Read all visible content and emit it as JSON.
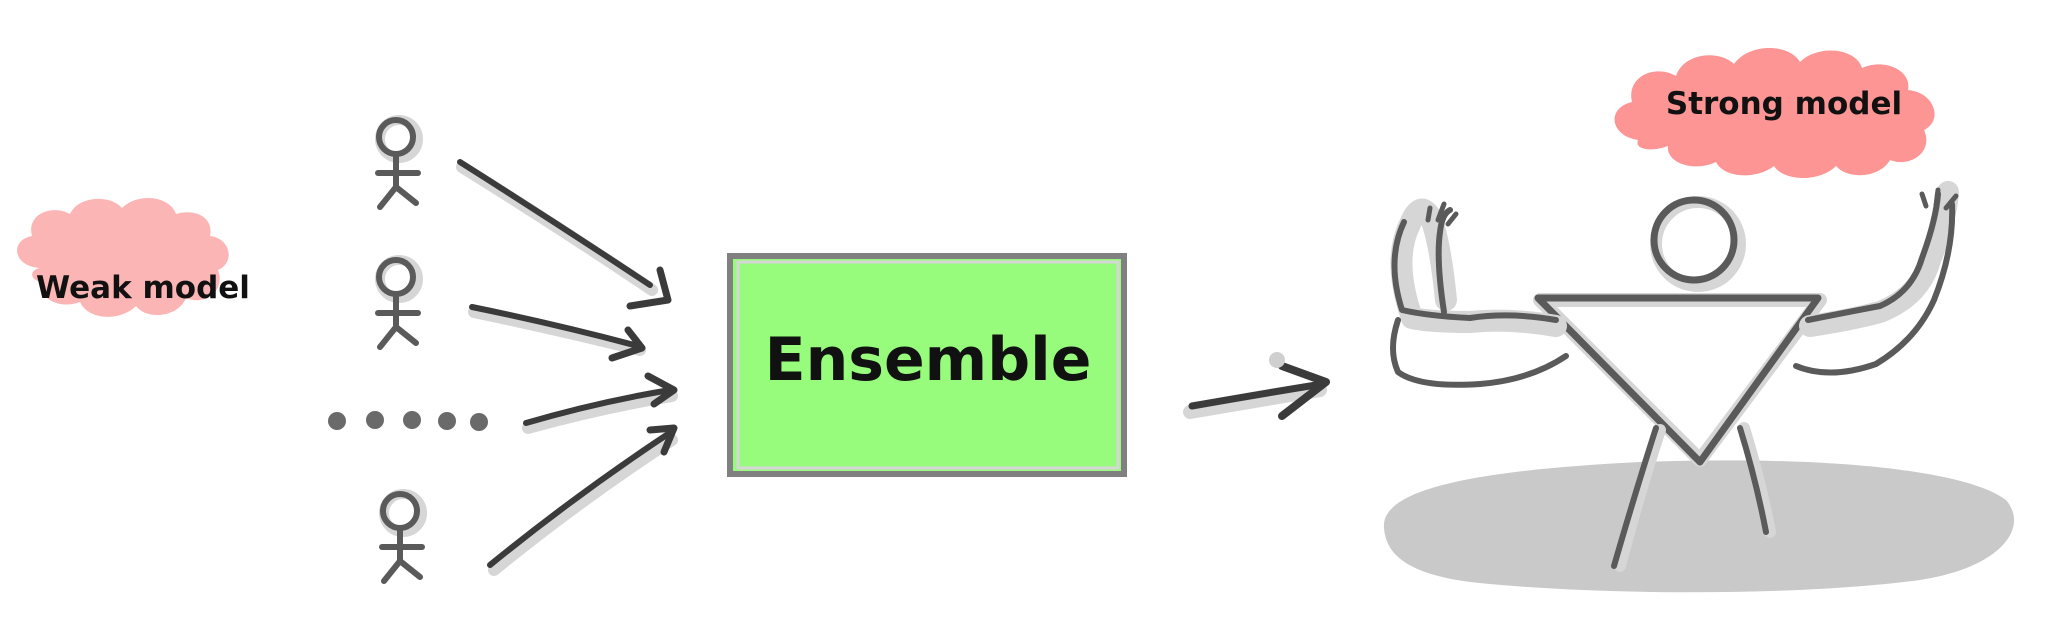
{
  "labels": {
    "weak_model": "Weak model",
    "ensemble": "Ensemble",
    "strong_model": "Strong model"
  },
  "colors": {
    "cloud_pink": "#fcb5b5",
    "cloud_red": "#fc9594",
    "ensemble_fill": "#97fb7c",
    "ensemble_border": "#808080",
    "ink": "#5a5a5a",
    "shadow": "#c9c9c9"
  },
  "icons": {
    "weak_learner": "stick-figure-icon",
    "strong_learner": "muscle-figure-icon",
    "ellipsis": "ellipsis-dots-icon"
  }
}
